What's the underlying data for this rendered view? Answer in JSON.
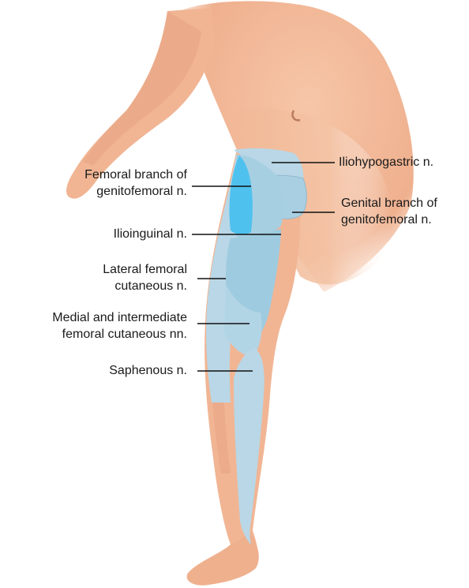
{
  "labels": {
    "femoral_branch": {
      "line1": "Femoral branch of",
      "line2": "genitofemoral n."
    },
    "ilioinguinal": {
      "line1": "Ilioinguinal n."
    },
    "lateral_femoral": {
      "line1": "Lateral femoral",
      "line2": "cutaneous n."
    },
    "medial_intermediate": {
      "line1": "Medial and intermediate",
      "line2": "femoral cutaneous nn."
    },
    "saphenous": {
      "line1": "Saphenous n."
    },
    "iliohypogastric": {
      "line1": "Iliohypogastric n."
    },
    "genital_branch": {
      "line1": "Genital branch of",
      "line2": "genitofemoral n."
    }
  },
  "colors": {
    "skin": "#f2b99a",
    "skin_shadow": "#e59d7a",
    "nerve_region": "#b9d7e6",
    "nerve_region_mid": "#9ecbe0",
    "femoral_branch_region": "#4fc1ef",
    "leader_line": "#111111"
  }
}
